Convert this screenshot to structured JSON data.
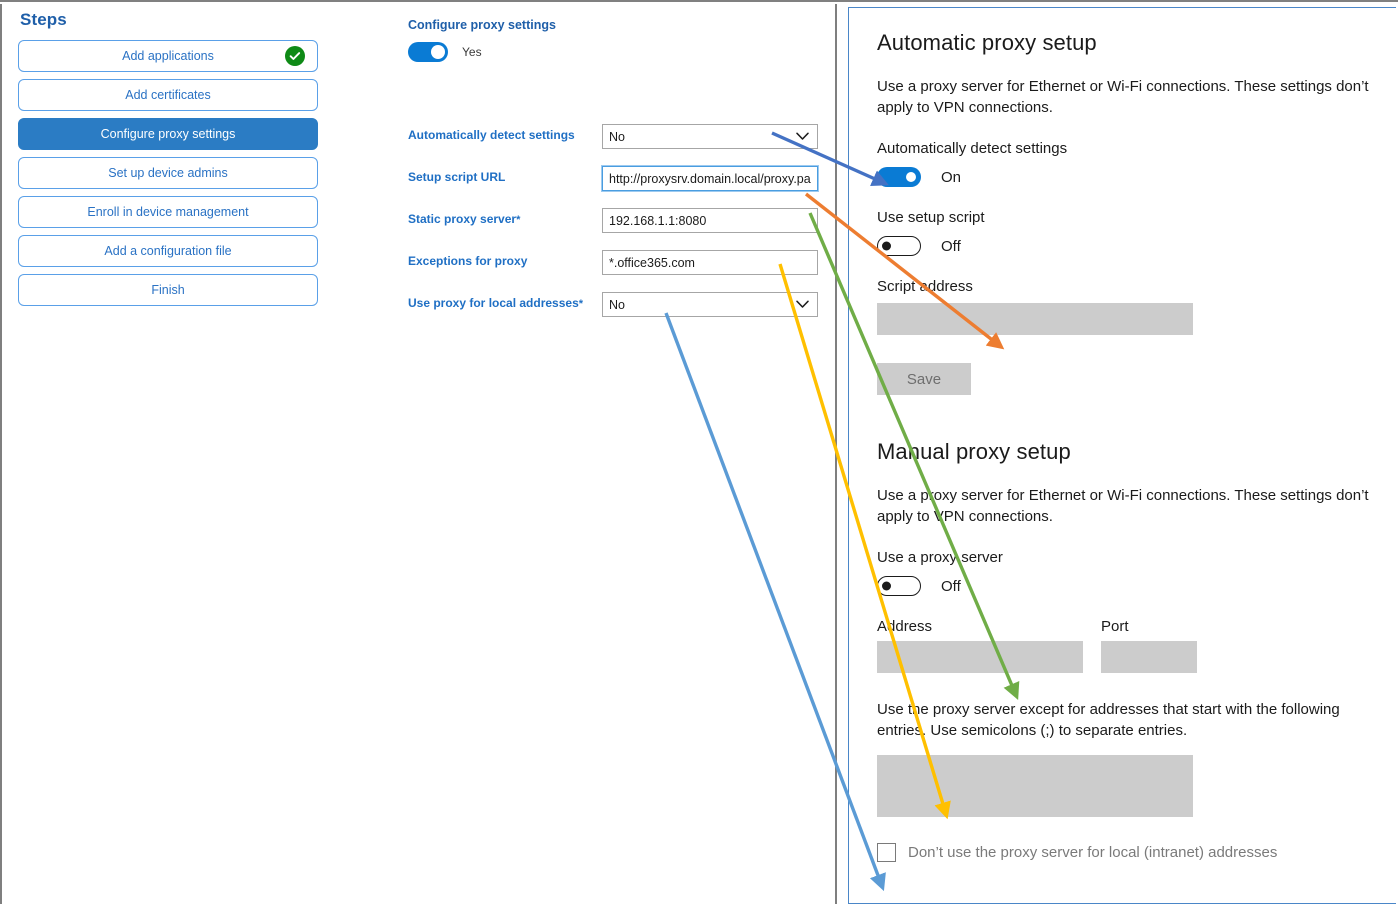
{
  "steps_panel": {
    "title": "Steps",
    "items": [
      {
        "label": "Add applications",
        "state": "complete",
        "active": false
      },
      {
        "label": "Add certificates",
        "state": "pending",
        "active": false
      },
      {
        "label": "Configure proxy settings",
        "state": "current",
        "active": true
      },
      {
        "label": "Set up device admins",
        "state": "pending",
        "active": false
      },
      {
        "label": "Enroll in device management",
        "state": "pending",
        "active": false
      },
      {
        "label": "Add a configuration file",
        "state": "pending",
        "active": false
      },
      {
        "label": "Finish",
        "state": "pending",
        "active": false
      }
    ]
  },
  "form_panel": {
    "heading": "Configure proxy settings",
    "master_toggle": {
      "value": "Yes",
      "state": "on"
    },
    "fields": [
      {
        "label": "Automatically detect settings",
        "required": "",
        "type": "select",
        "value": "No"
      },
      {
        "label": "Setup script URL",
        "required": "",
        "type": "text",
        "value": "http://proxysrv.domain.local/proxy.pa"
      },
      {
        "label": "Static proxy server",
        "required": "*",
        "type": "text",
        "value": "192.168.1.1:8080"
      },
      {
        "label": "Exceptions for proxy",
        "required": "",
        "type": "text",
        "value": "*.office365.com"
      },
      {
        "label": "Use proxy for local addresses",
        "required": "*",
        "type": "select",
        "value": "No"
      }
    ]
  },
  "windows_panel": {
    "automatic": {
      "heading": "Automatic proxy setup",
      "description": "Use a proxy server for Ethernet or Wi-Fi connections. These settings don’t apply to VPN connections.",
      "detect_label": "Automatically detect settings",
      "detect_state": "On",
      "script_label": "Use setup script",
      "script_state": "Off",
      "script_address_label": "Script address",
      "script_address_value": "",
      "save_label": "Save"
    },
    "manual": {
      "heading": "Manual proxy setup",
      "description": "Use a proxy server for Ethernet or Wi-Fi connections. These settings don’t apply to VPN connections.",
      "use_proxy_label": "Use a proxy server",
      "use_proxy_state": "Off",
      "address_label": "Address",
      "address_value": "",
      "port_label": "Port",
      "port_value": "",
      "exceptions_description": "Use the proxy server except for addresses that start with the following entries. Use semicolons (;) to separate entries.",
      "exceptions_value": "",
      "bypass_local_label": "Don’t use the proxy server for local (intranet) addresses",
      "bypass_local_checked": "false"
    }
  },
  "annotations": {
    "arrows": [
      {
        "name": "arrow-detect-settings",
        "color": "#4472c4",
        "from": "Automatically detect settings dropdown",
        "to": "Automatically detect settings toggle"
      },
      {
        "name": "arrow-setup-script-url",
        "color": "#ed7d31",
        "from": "Setup script URL field",
        "to": "Script address box"
      },
      {
        "name": "arrow-static-proxy-server",
        "color": "#70ad47",
        "from": "Static proxy server field",
        "to": "Address box"
      },
      {
        "name": "arrow-exceptions-for-proxy",
        "color": "#ffc000",
        "from": "Exceptions for proxy field",
        "to": "Proxy exceptions box"
      },
      {
        "name": "arrow-use-proxy-local-addresses",
        "color": "#5b9bd5",
        "from": "Use proxy for local addresses dropdown",
        "to": "Don’t use the proxy server for local (intranet) addresses checkbox"
      }
    ]
  },
  "colors": {
    "accent_blue": "#2b7cc4",
    "label_blue": "#1f6fc4",
    "toggle_on": "#0a7bd4",
    "check_green": "#0e8a16",
    "disabled_gray": "#cccccc",
    "panel_border": "#4a86c8"
  }
}
